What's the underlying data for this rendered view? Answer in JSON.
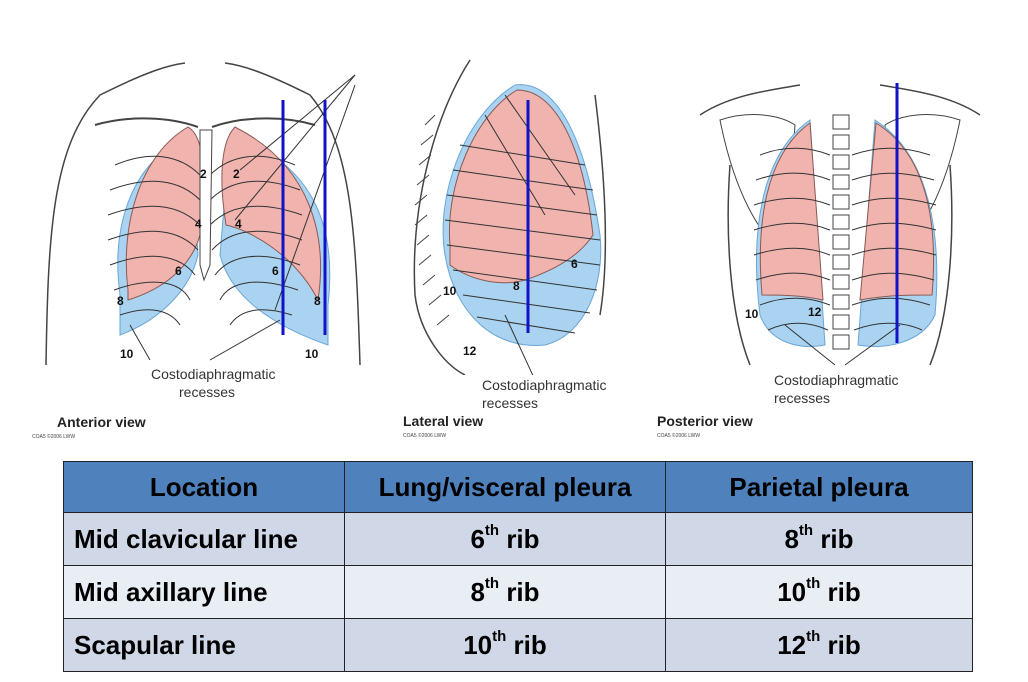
{
  "views": {
    "anterior": {
      "title": "Anterior view",
      "credit": "COA5 ©2006 LWW",
      "caption": [
        "Costodiaphragmatic",
        "recesses"
      ],
      "rib_labels": [
        "2",
        "2",
        "4",
        "4",
        "6",
        "6",
        "8",
        "8",
        "10",
        "10"
      ]
    },
    "lateral": {
      "title": "Lateral view",
      "credit": "COA5 ©2006 LWW",
      "caption": [
        "Costodiaphragmatic",
        "recesses"
      ],
      "rib_labels": [
        "6",
        "8",
        "10",
        "12"
      ]
    },
    "posterior": {
      "title": "Posterior view",
      "credit": "COA5 ©2006 LWW",
      "caption": [
        "Costodiaphragmatic",
        "recesses"
      ],
      "rib_labels": [
        "10",
        "12"
      ]
    }
  },
  "colors": {
    "lung": "#f0b3ad",
    "pleura": "#a9d3f0",
    "line": "#1212c8",
    "header": "#4f81bd"
  },
  "table": {
    "headers": [
      "Location",
      "Lung/visceral pleura",
      "Parietal pleura"
    ],
    "rows": [
      {
        "location": "Mid clavicular line",
        "visceral": {
          "num": "6",
          "sup": "th",
          "unit": " rib"
        },
        "parietal": {
          "num": "8",
          "sup": "th",
          "unit": " rib"
        }
      },
      {
        "location": "Mid axillary line",
        "visceral": {
          "num": "8",
          "sup": "th",
          "unit": " rib"
        },
        "parietal": {
          "num": "10",
          "sup": "th",
          "unit": " rib"
        }
      },
      {
        "location": "Scapular line",
        "visceral": {
          "num": "10",
          "sup": "th",
          "unit": " rib"
        },
        "parietal": {
          "num": "12",
          "sup": "th",
          "unit": " rib"
        }
      }
    ]
  }
}
